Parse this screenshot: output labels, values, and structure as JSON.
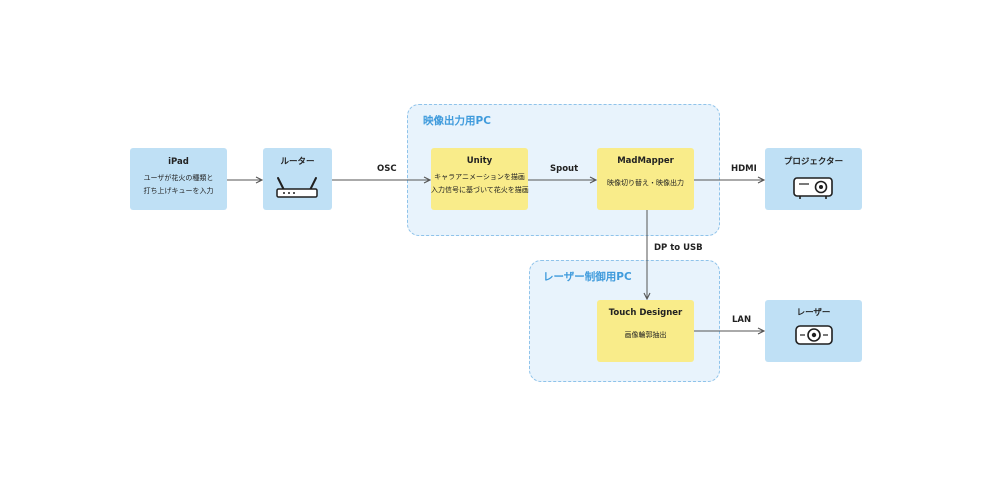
{
  "groups": {
    "video_pc": "映像出力用PC",
    "laser_pc": "レーザー制御用PC"
  },
  "nodes": {
    "ipad": {
      "title": "iPad",
      "desc1": "ユーザが花火の種類と",
      "desc2": "打ち上げキューを入力"
    },
    "router": {
      "title": "ルーター",
      "icon": "router-icon"
    },
    "unity": {
      "title": "Unity",
      "desc1": "キャラアニメーションを描画",
      "desc2": "入力信号に基づいて花火を描画"
    },
    "madmapper": {
      "title": "MadMapper",
      "desc1": "映像切り替え・映像出力"
    },
    "projector": {
      "title": "プロジェクター",
      "icon": "projector-icon"
    },
    "touch": {
      "title": "Touch Designer",
      "desc1": "画像輪郭抽出"
    },
    "laser": {
      "title": "レーザー",
      "icon": "laser-icon"
    }
  },
  "edges": {
    "osc": "OSC",
    "spout": "Spout",
    "hdmi": "HDMI",
    "dp_usb": "DP to USB",
    "lan": "LAN"
  },
  "colors": {
    "group_fill": "#e8f3fc",
    "group_border": "#8fc3ea",
    "group_title": "#3f9bdc",
    "blue_node": "#bfe0f5",
    "yellow_node": "#f9ec8a"
  }
}
